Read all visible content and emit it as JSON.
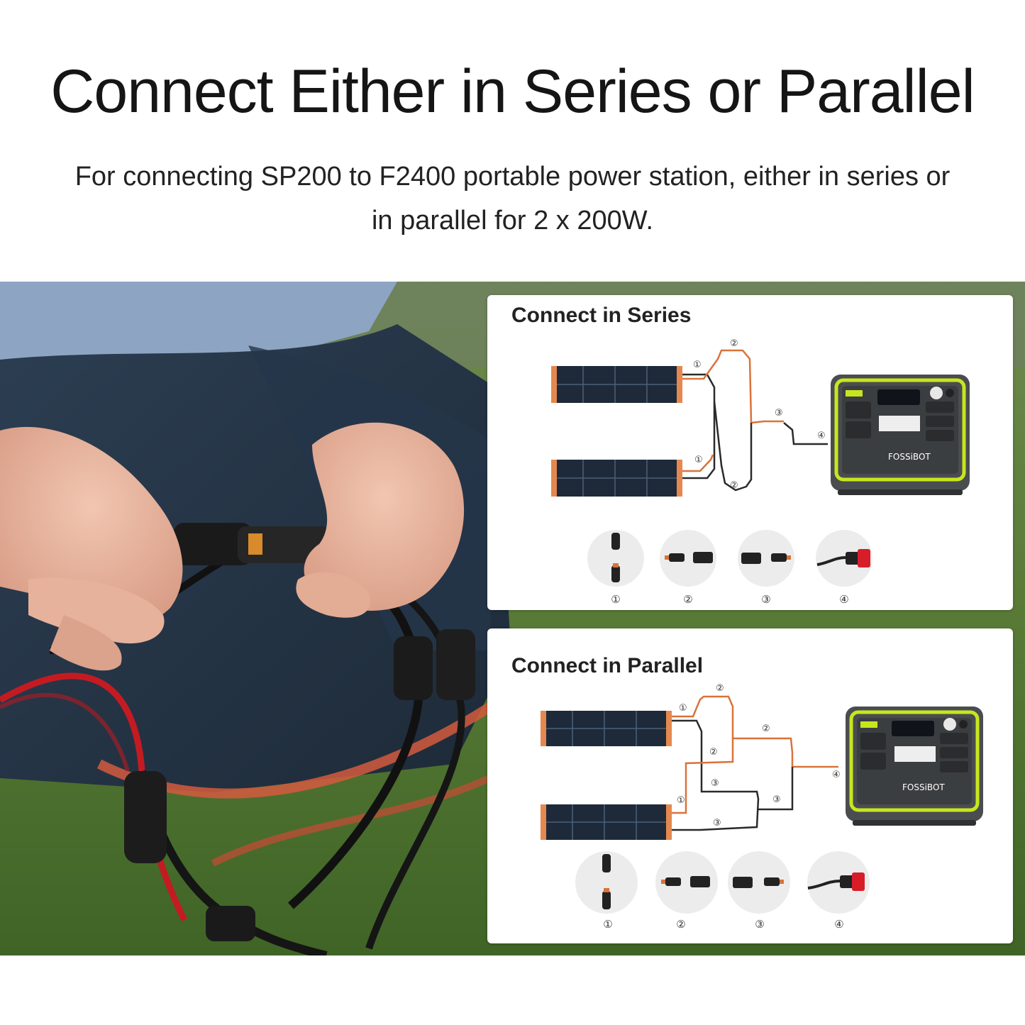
{
  "headline": "Connect Either in Series or Parallel",
  "subtitle": "For connecting SP200 to F2400 portable power station, either in series or in parallel for 2 x 200W.",
  "series_card": {
    "title": "Connect in Series",
    "legend_labels": [
      "①",
      "②",
      "③",
      "④"
    ],
    "diagram_marks": [
      "①",
      "②",
      "③",
      "④"
    ]
  },
  "parallel_card": {
    "title": "Connect in Parallel",
    "legend_labels": [
      "①",
      "②",
      "③",
      "④"
    ],
    "diagram_marks": [
      "①",
      "②",
      "③",
      "④"
    ]
  },
  "colors": {
    "accent_green": "#c8e61e",
    "cable_orange": "#d9733a",
    "station_gray": "#4a4d50"
  }
}
